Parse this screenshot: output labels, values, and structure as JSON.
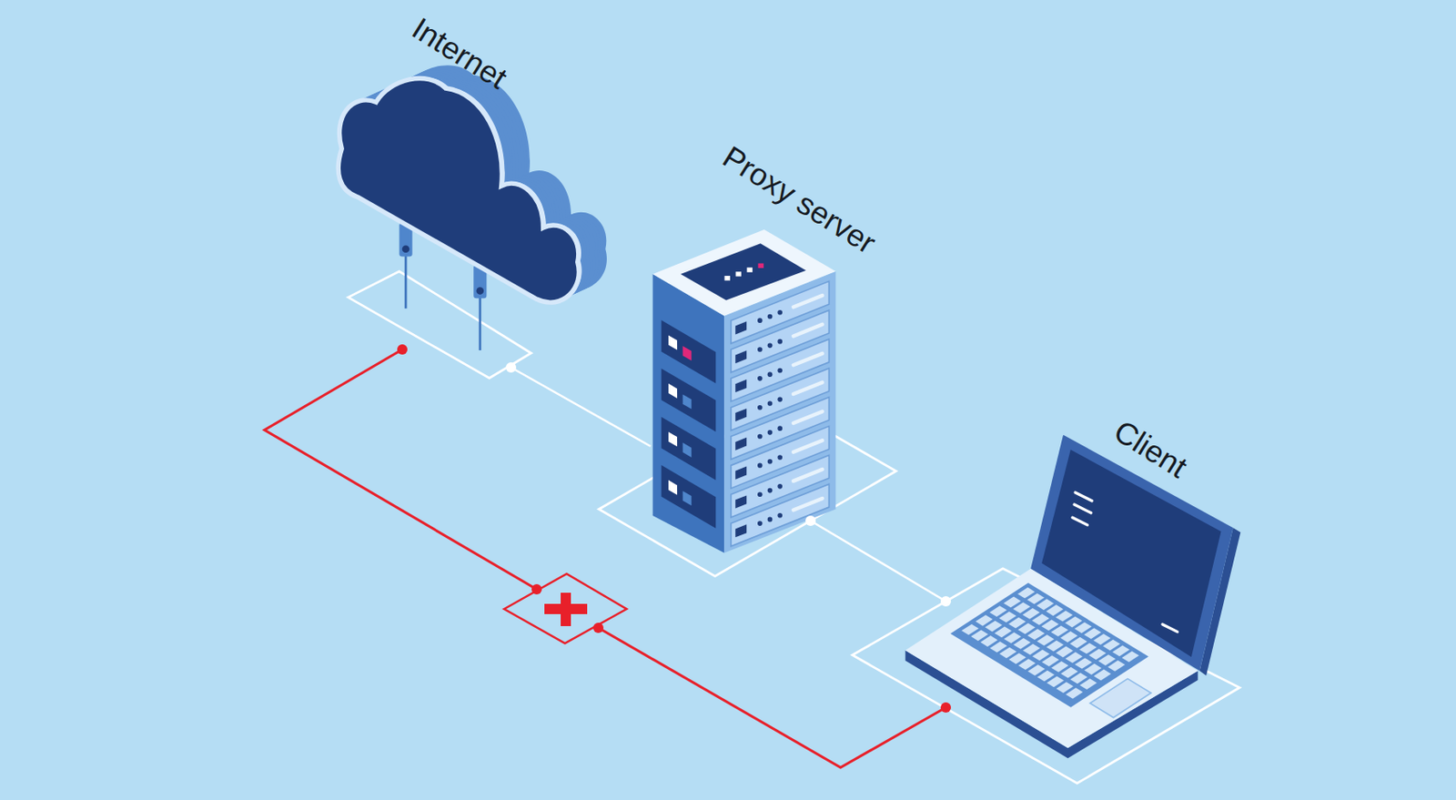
{
  "diagram": {
    "nodes": [
      {
        "text": [
          "Internet"
        ]
      },
      {
        "text": [
          "Proxy server"
        ]
      },
      {
        "text": [
          "Client"
        ]
      }
    ],
    "edges": [
      {
        "from": 0,
        "to": 1,
        "arrow": "none"
      },
      {
        "from": 1,
        "to": 2,
        "arrow": "none"
      },
      {
        "from": 2,
        "to": 0,
        "arrow": "none"
      }
    ]
  }
}
